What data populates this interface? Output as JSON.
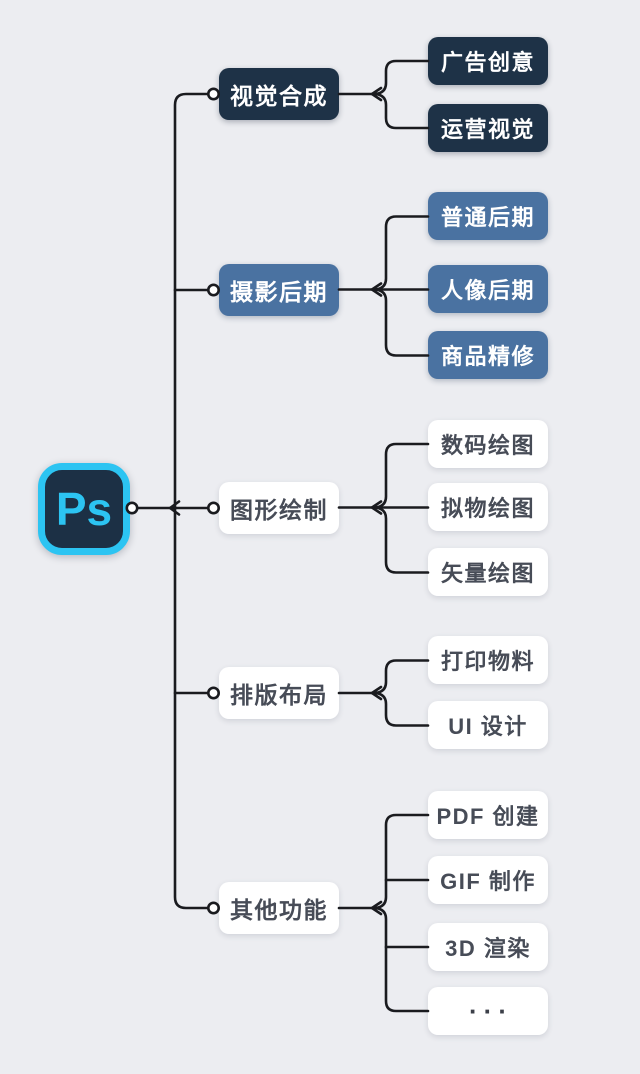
{
  "app": {
    "background_color": "#ecedf1",
    "line_color": "#1a1b1f"
  },
  "root": {
    "label": "Ps",
    "logo_bg_color": "#1c3045",
    "logo_accent_color": "#2cc4f2"
  },
  "colors": {
    "level_dark_navy": "#1e3247",
    "level_slate_blue": "#4a72a1",
    "level_white": "#ffffff",
    "text_on_dark": "#ffffff",
    "text_on_white": "#474c57"
  },
  "tree": {
    "branches": [
      {
        "label": "视觉合成",
        "children": [
          "广告创意",
          "运营视觉"
        ]
      },
      {
        "label": "摄影后期",
        "children": [
          "普通后期",
          "人像后期",
          "商品精修"
        ]
      },
      {
        "label": "图形绘制",
        "children": [
          "数码绘图",
          "拟物绘图",
          "矢量绘图"
        ]
      },
      {
        "label": "排版布局",
        "children": [
          "打印物料",
          "UI 设计"
        ]
      },
      {
        "label": "其他功能",
        "children": [
          "PDF 创建",
          "GIF 制作",
          "3D 渲染",
          "···"
        ]
      }
    ]
  }
}
